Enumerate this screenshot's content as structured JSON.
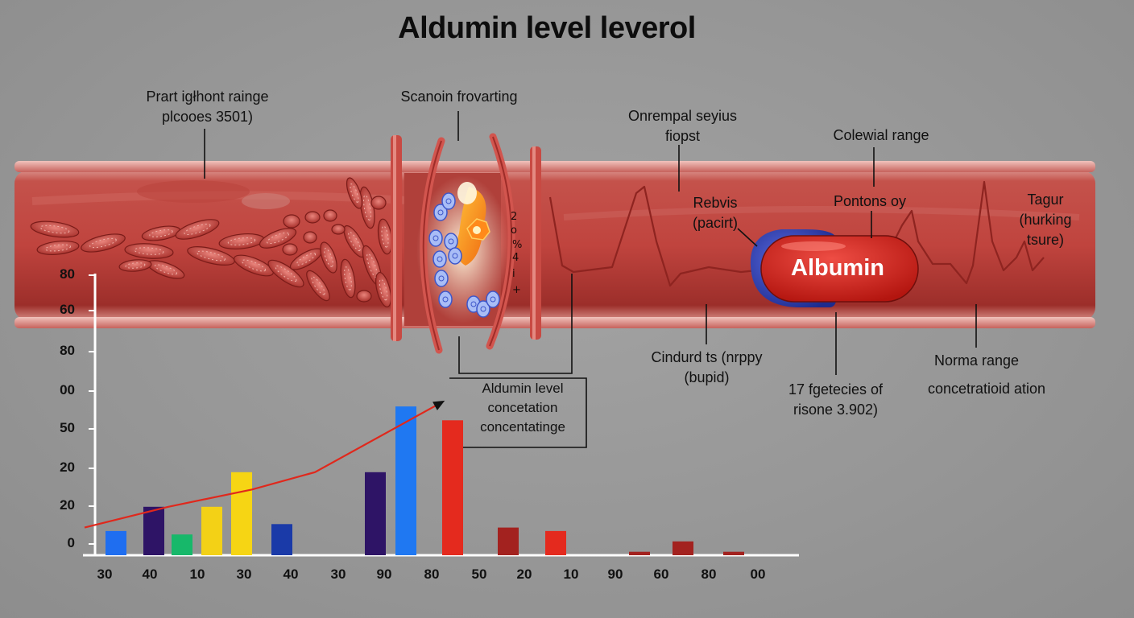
{
  "title": "Aldumin level leverol",
  "labels": {
    "top_left": [
      "Prart igłhont rainge",
      "plcooes 3501)"
    ],
    "top_mid": "Scanoin frovarting",
    "top_right1": [
      "Onrempal seyius",
      "fiopst"
    ],
    "top_right2": "Colewial range",
    "rebvis": [
      "Rebvis",
      "(pacirt)"
    ],
    "pontons": "Pontons oy",
    "tagur": [
      "Tagur",
      "(hurking",
      "tsure)"
    ],
    "albumin": "Albumin",
    "cindurd": [
      "Cindurd ts (nrppy",
      "(bupid)"
    ],
    "fgetecies": [
      "17 fgetecies of",
      "risone 3.902)"
    ],
    "norma": [
      "Norma range",
      "concetratioid ation"
    ],
    "box": [
      "Aldumin level",
      "concetation",
      "concentatinge"
    ],
    "tube_marks": [
      "2",
      "o",
      "%",
      "4",
      "i",
      "+"
    ]
  },
  "colors": {
    "vessel": "#c0453f",
    "vessel_dark": "#962a27",
    "cell": "#c9423c",
    "ecg": "#8e2420",
    "trend": "#e0281c",
    "albumin_red": "#c8201b",
    "albumin_blue": "#2f3fb4"
  },
  "chart_data": {
    "type": "bar",
    "y_tick_labels": [
      "80",
      "60",
      "80",
      "00",
      "50",
      "20",
      "20",
      "0"
    ],
    "x_tick_labels": [
      "30",
      "40",
      "10",
      "30",
      "40",
      "30",
      "90",
      "80",
      "50",
      "20",
      "10",
      "90",
      "60",
      "80",
      "00"
    ],
    "bars": [
      {
        "value": 7,
        "color": "#1f6ef0"
      },
      {
        "value": 14,
        "color": "#2e1466"
      },
      {
        "value": 6,
        "color": "#17b86a"
      },
      {
        "value": 14,
        "color": "#f3d116"
      },
      {
        "value": 24,
        "color": "#f6d514"
      },
      {
        "value": 9,
        "color": "#1a3aa8"
      },
      {
        "value": 24,
        "color": "#2e1466"
      },
      {
        "value": 43,
        "color": "#1f78f2"
      },
      {
        "value": 39,
        "color": "#e42a1e"
      },
      {
        "value": 8,
        "color": "#a3221f"
      },
      {
        "value": 7,
        "color": "#e42a1e"
      },
      {
        "value": 1,
        "color": "#a3221f"
      },
      {
        "value": 4,
        "color": "#a3221f"
      },
      {
        "value": 1,
        "color": "#a3221f"
      }
    ],
    "trend": [
      {
        "x": 0,
        "y": 8
      },
      {
        "x": 2,
        "y": 14
      },
      {
        "x": 4,
        "y": 19
      },
      {
        "x": 5.5,
        "y": 24
      },
      {
        "x": 8.5,
        "y": 44
      }
    ]
  }
}
